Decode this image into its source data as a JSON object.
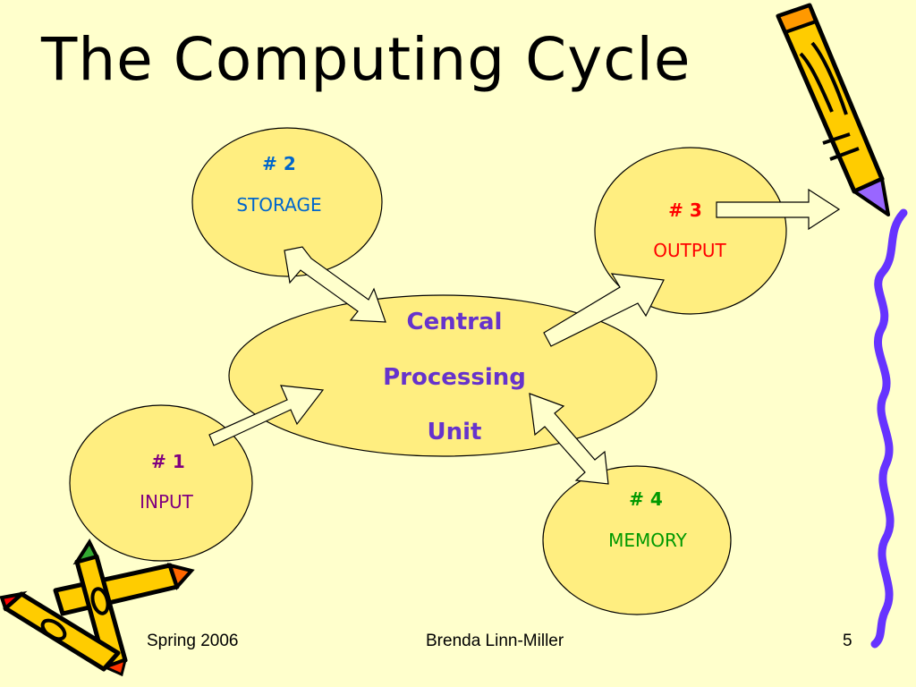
{
  "slide": {
    "title": "The Computing Cycle",
    "footer_left": "Spring 2006",
    "footer_center": "Brenda Linn-Miller",
    "slide_number": "5"
  },
  "diagram": {
    "cpu": {
      "line1": "Central",
      "line2": "Processing",
      "line3": "Unit",
      "color": "#6633cc"
    },
    "nodes": [
      {
        "id": "input",
        "number": "# 1",
        "label": "INPUT",
        "color": "#800080"
      },
      {
        "id": "storage",
        "number": "# 2",
        "label": "STORAGE",
        "color": "#0066cc"
      },
      {
        "id": "output",
        "number": "# 3",
        "label": "OUTPUT",
        "color": "#ff0000"
      },
      {
        "id": "memory",
        "number": "# 4",
        "label": "MEMORY",
        "color": "#009900"
      }
    ],
    "fill_color": "#ffee80",
    "background_color": "#ffffcc"
  },
  "icons": [
    "pencil-icon",
    "crayon-icon",
    "squiggle-line-icon"
  ]
}
